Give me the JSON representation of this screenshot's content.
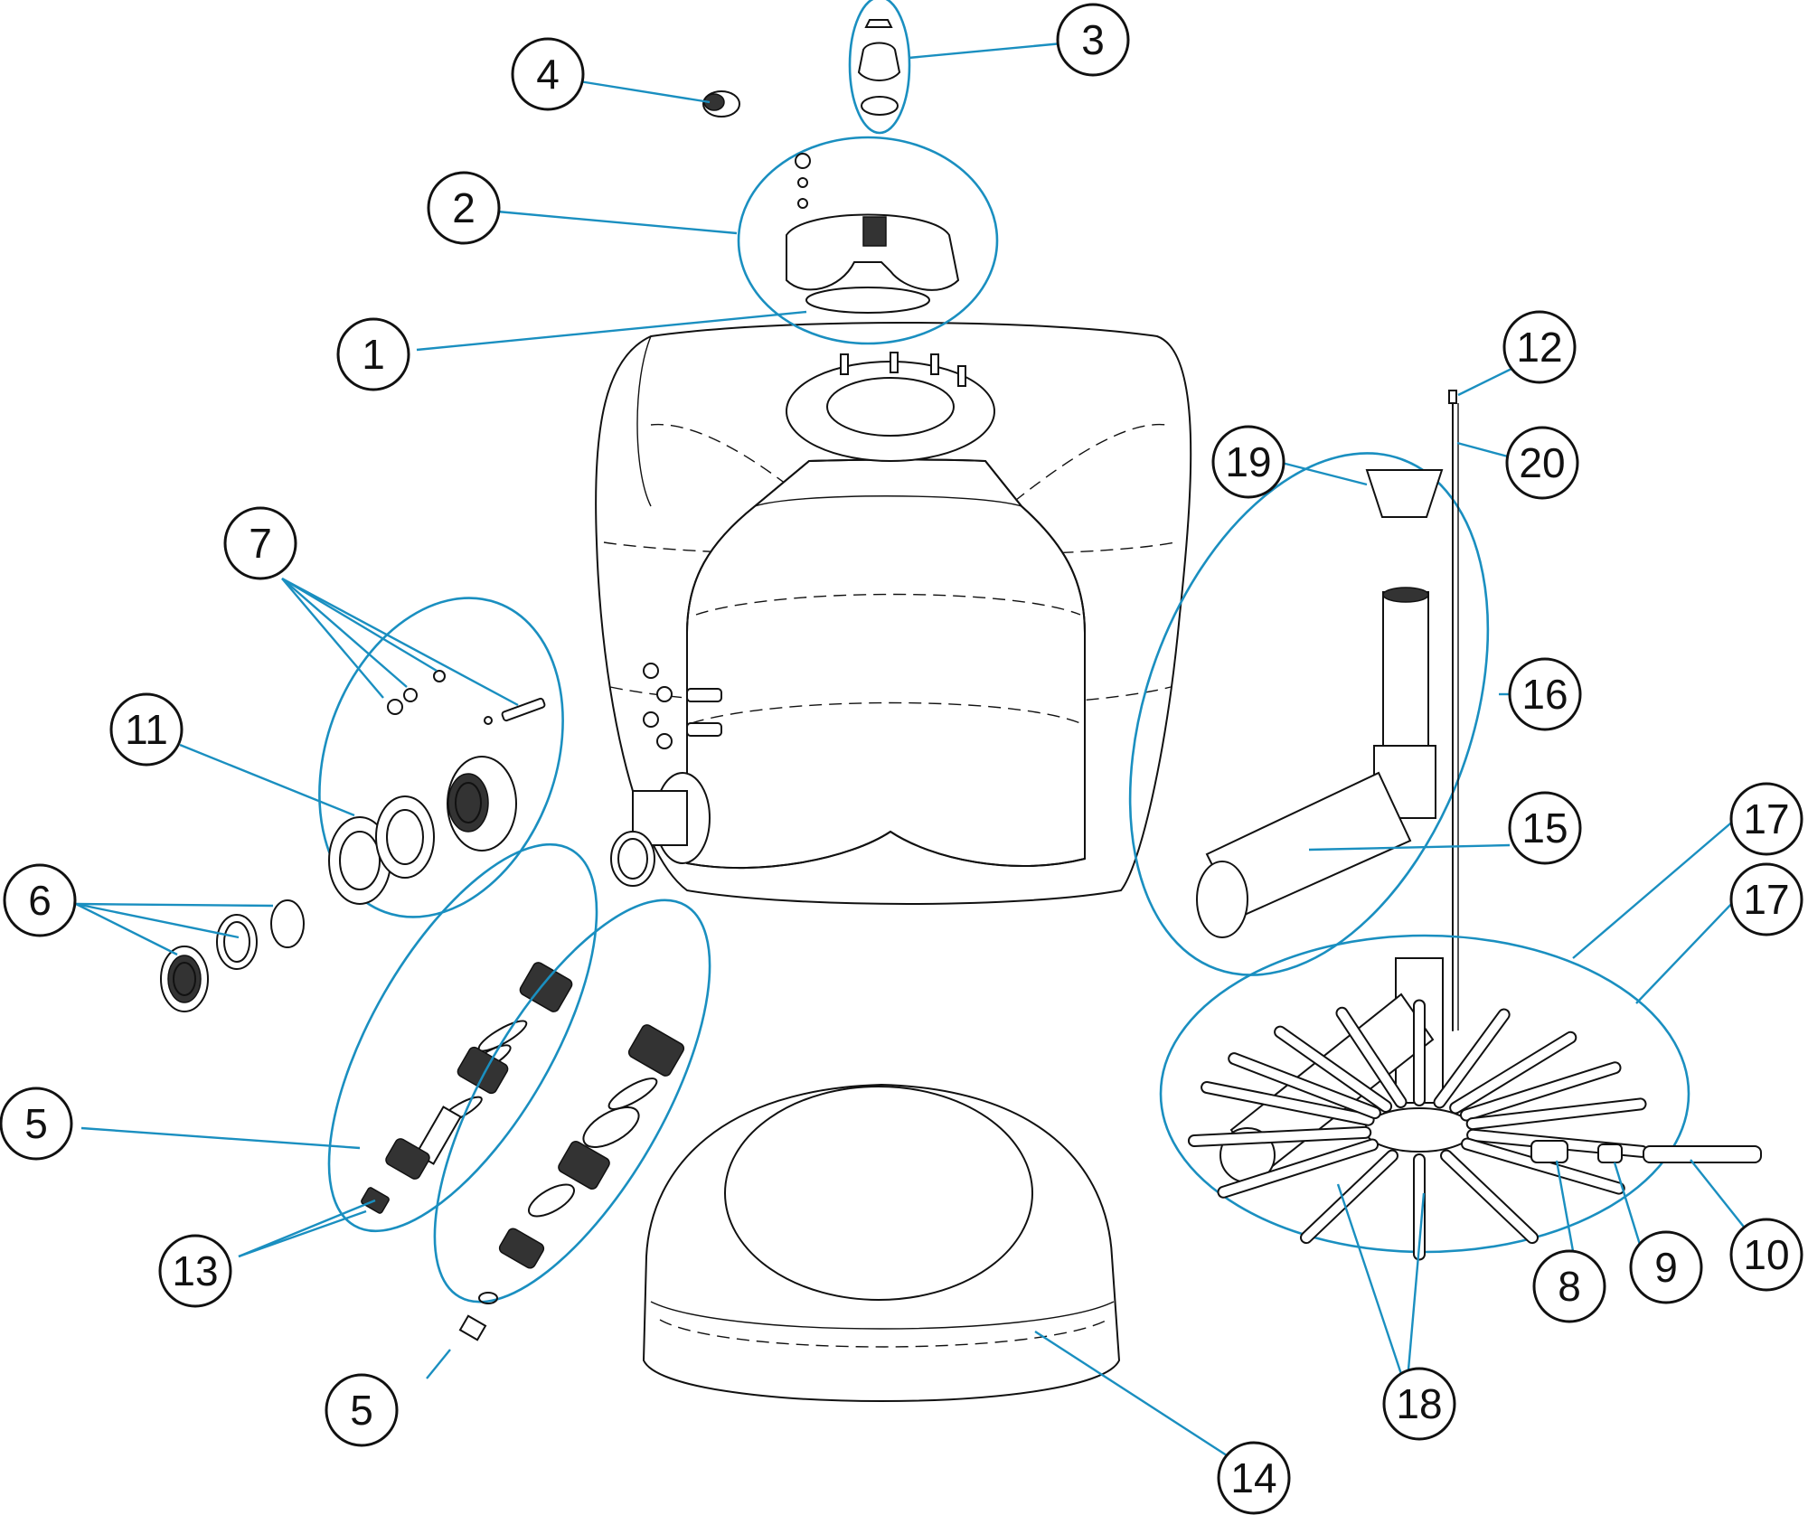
{
  "callouts": [
    {
      "id": "c1",
      "number": "1"
    },
    {
      "id": "c2",
      "number": "2"
    },
    {
      "id": "c3",
      "number": "3"
    },
    {
      "id": "c4",
      "number": "4"
    },
    {
      "id": "c5a",
      "number": "5"
    },
    {
      "id": "c5b",
      "number": "5"
    },
    {
      "id": "c6",
      "number": "6"
    },
    {
      "id": "c7",
      "number": "7"
    },
    {
      "id": "c8",
      "number": "8"
    },
    {
      "id": "c9",
      "number": "9"
    },
    {
      "id": "c10",
      "number": "10"
    },
    {
      "id": "c11",
      "number": "11"
    },
    {
      "id": "c12",
      "number": "12"
    },
    {
      "id": "c13",
      "number": "13"
    },
    {
      "id": "c14",
      "number": "14"
    },
    {
      "id": "c15",
      "number": "15"
    },
    {
      "id": "c16",
      "number": "16"
    },
    {
      "id": "c17a",
      "number": "17"
    },
    {
      "id": "c17b",
      "number": "17"
    },
    {
      "id": "c18",
      "number": "18"
    },
    {
      "id": "c19",
      "number": "19"
    },
    {
      "id": "c20",
      "number": "20"
    }
  ],
  "colors": {
    "leader": "#1a8fc0",
    "outline": "#111111",
    "background": "#ffffff"
  }
}
